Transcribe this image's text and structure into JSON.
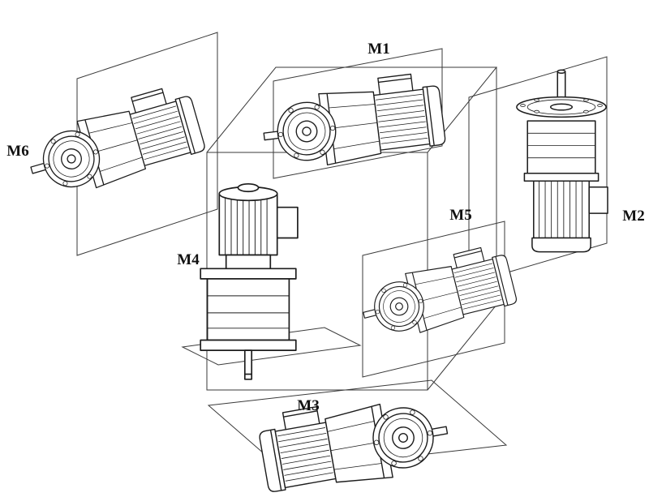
{
  "colors": {
    "background": "#ffffff",
    "line": "#1c1c1c",
    "construction_line": "#3a3a3a"
  },
  "mount_positions": {
    "m1": {
      "label": "M1"
    },
    "m2": {
      "label": "M2"
    },
    "m3": {
      "label": "M3"
    },
    "m4": {
      "label": "M4"
    },
    "m5": {
      "label": "M5"
    },
    "m6": {
      "label": "M6"
    }
  }
}
